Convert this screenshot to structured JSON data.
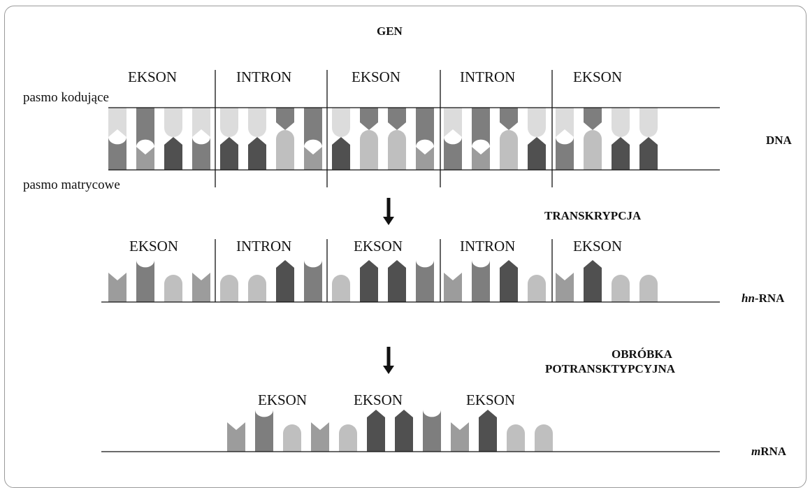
{
  "title": "GEN",
  "dna": {
    "segments": [
      "EKSON",
      "INTRON",
      "EKSON",
      "INTRON",
      "EKSON"
    ],
    "coding_strand": "pasmo kodujące",
    "template_strand": "pasmo matrycowe",
    "label": "DNA"
  },
  "step1": "TRANSKRYPCJA",
  "hnrna": {
    "segments": [
      "EKSON",
      "INTRON",
      "EKSON",
      "INTRON",
      "EKSON"
    ],
    "label_italic": "hn",
    "label_rest": "-RNA"
  },
  "step2": {
    "line1": "OBRÓBKA",
    "line2": "POTRANSKTYPCYJNA"
  },
  "mrna": {
    "segments": [
      "EKSON",
      "EKSON",
      "EKSON"
    ],
    "label_italic": "m",
    "label_rest": "RNA"
  },
  "colors": {
    "A": "#bfbfbf",
    "B": "#7e7e7e",
    "C": "#9c9c9c",
    "D": "#505050",
    "pale": "#dcdcdc",
    "line": "#111111"
  },
  "sequences": {
    "rna_shapes": [
      "C",
      "B",
      "A",
      "C",
      "A",
      "A",
      "D",
      "B",
      "A",
      "D",
      "D",
      "B",
      "C",
      "B",
      "D",
      "A",
      "C",
      "D",
      "A",
      "A"
    ],
    "mrna_shapes": [
      "C",
      "B",
      "A",
      "C",
      "A",
      "D",
      "D",
      "B",
      "C",
      "D",
      "A",
      "A"
    ]
  }
}
